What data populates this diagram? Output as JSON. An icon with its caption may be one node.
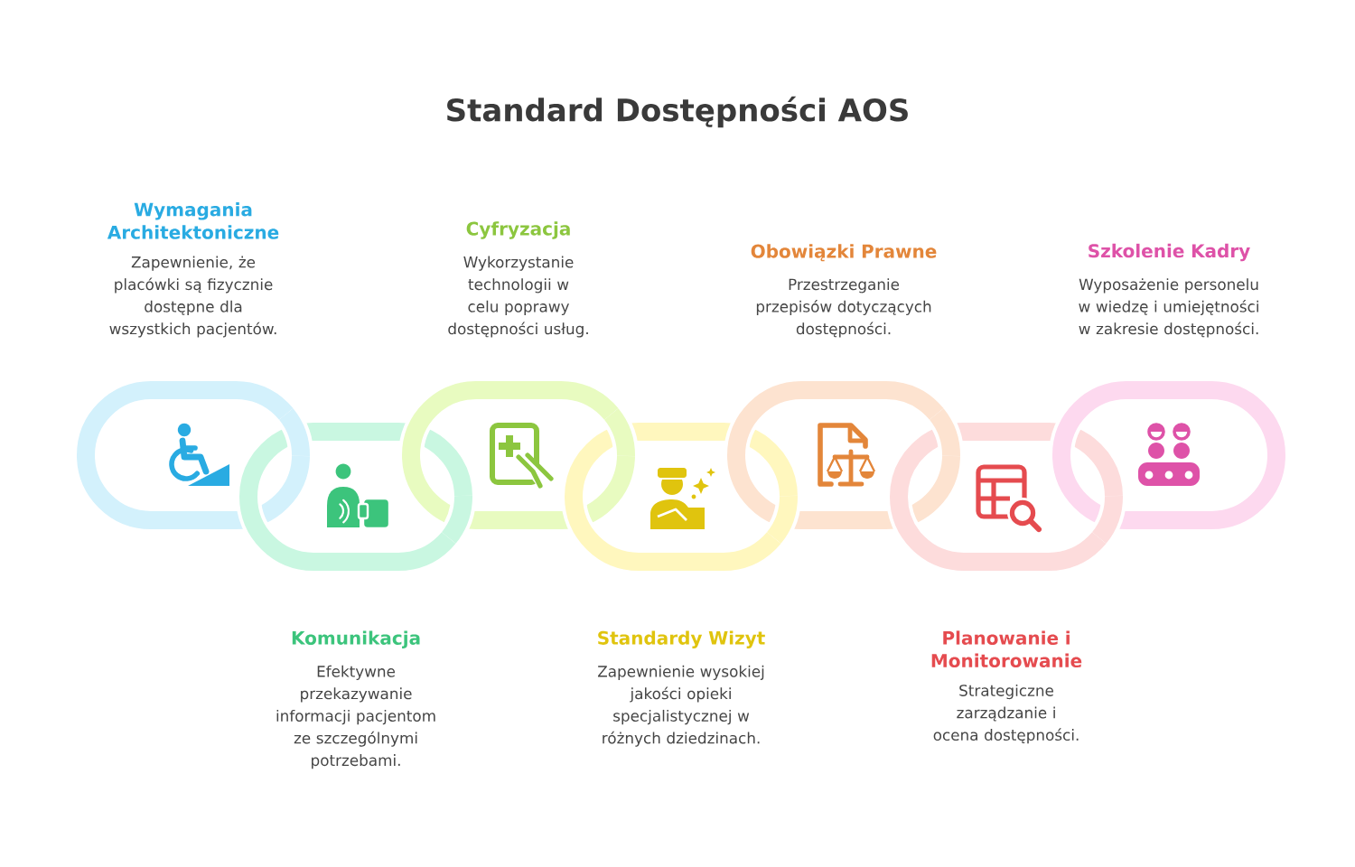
{
  "diagram": {
    "title": "Standard Dostępności AOS",
    "nodes": [
      {
        "text": [
          "Wymagania Architektoniczne",
          "Zapewnienie, że placówki są fizycznie dostępne dla wszystkich pacjentów."
        ]
      },
      {
        "text": [
          "Komunikacja",
          "Efektywne przekazywanie informacji pacjentom ze szczególnymi potrzebami."
        ]
      },
      {
        "text": [
          "Cyfryzacja",
          "Wykorzystanie technologii w celu poprawy dostępności usług."
        ]
      },
      {
        "text": [
          "Standardy Wizyt",
          "Zapewnienie wysokiej jakości opieki specjalistycznej w różnych dziedzinach."
        ]
      },
      {
        "text": [
          "Obowiązki Prawne",
          "Przestrzeganie przepisów dotyczących dostępności."
        ]
      },
      {
        "text": [
          "Planowanie i Monitorowanie",
          "Strategiczne zarządzanie i ocena dostępności."
        ]
      },
      {
        "text": [
          "Szkolenie Kadry",
          "Wyposażenie personelu w wiedzę i umiejętności w zakresie dostępności."
        ]
      }
    ]
  }
}
